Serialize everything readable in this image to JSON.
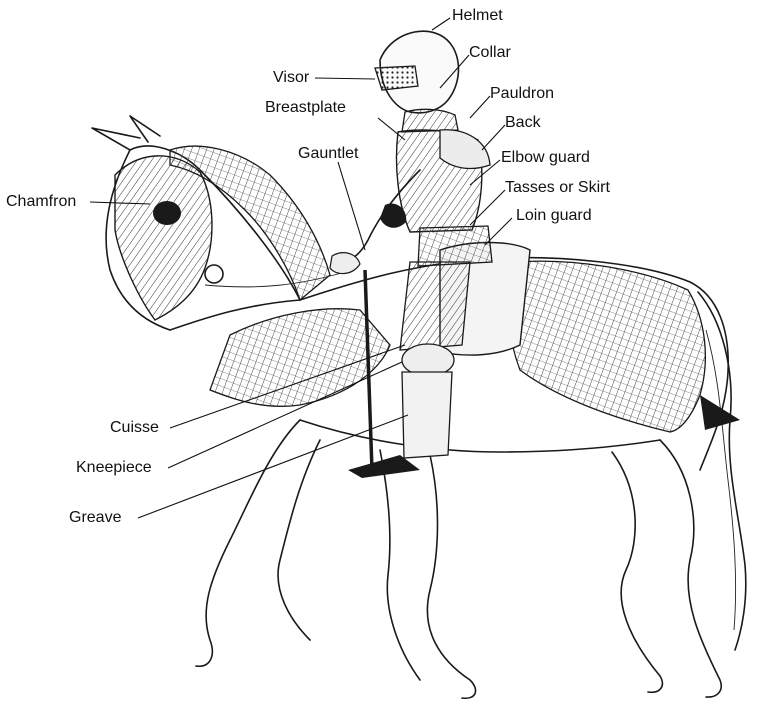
{
  "diagram": {
    "labels": {
      "helmet": "Helmet",
      "collar": "Collar",
      "visor": "Visor",
      "pauldron": "Pauldron",
      "breastplate": "Breastplate",
      "back": "Back",
      "gauntlet": "Gauntlet",
      "elbow_guard": "Elbow guard",
      "chamfron": "Chamfron",
      "tasses": "Tasses or Skirt",
      "loin_guard": "Loin guard",
      "cuisse": "Cuisse",
      "kneepiece": "Kneepiece",
      "greave": "Greave"
    }
  }
}
